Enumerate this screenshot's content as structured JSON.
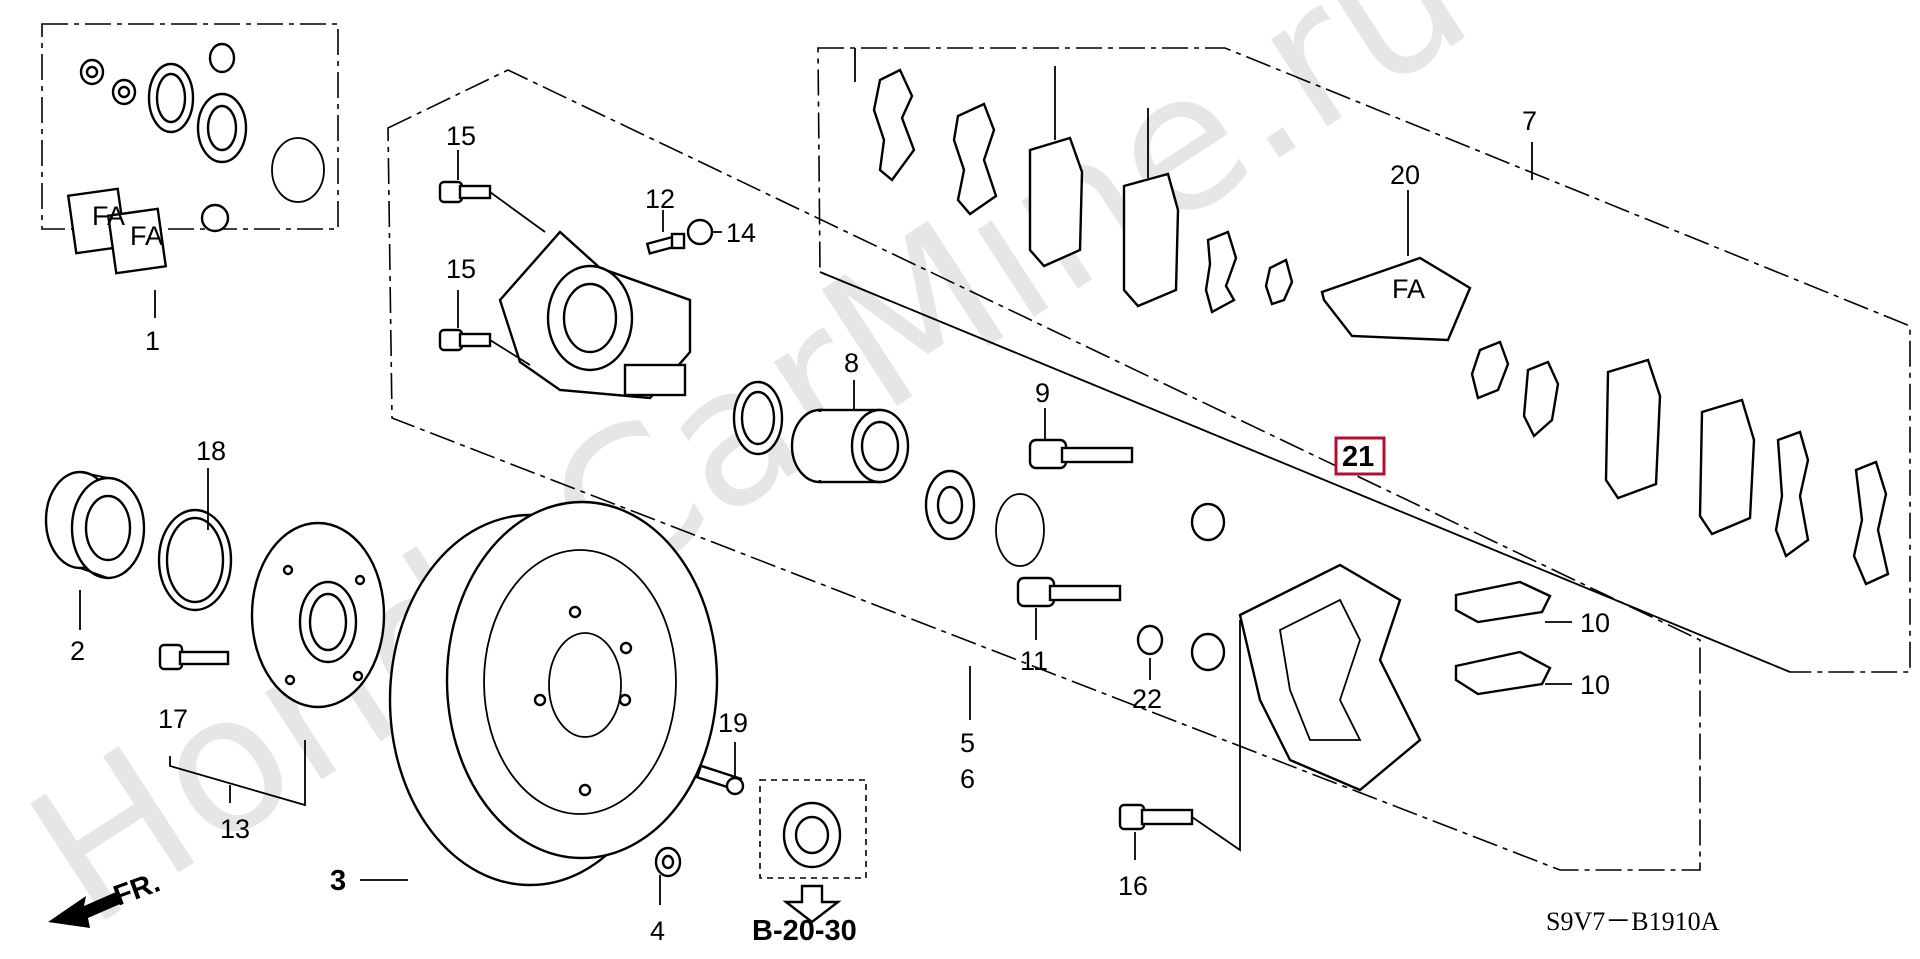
{
  "watermark": "HondaCarMine.ru",
  "diagram_code": "S9V7－B1910A",
  "ref_label": "B-20-30",
  "front_label": "FR.",
  "highlighted_part": "21",
  "parts": {
    "p1": "1",
    "p2": "2",
    "p3": "3",
    "p4": "4",
    "p5": "5",
    "p6": "6",
    "p7": "7",
    "p8": "8",
    "p9": "9",
    "p10a": "10",
    "p10b": "10",
    "p11": "11",
    "p12": "12",
    "p13": "13",
    "p14": "14",
    "p15a": "15",
    "p15b": "15",
    "p16": "16",
    "p17": "17",
    "p18": "18",
    "p19": "19",
    "p20": "20",
    "p22": "22"
  }
}
